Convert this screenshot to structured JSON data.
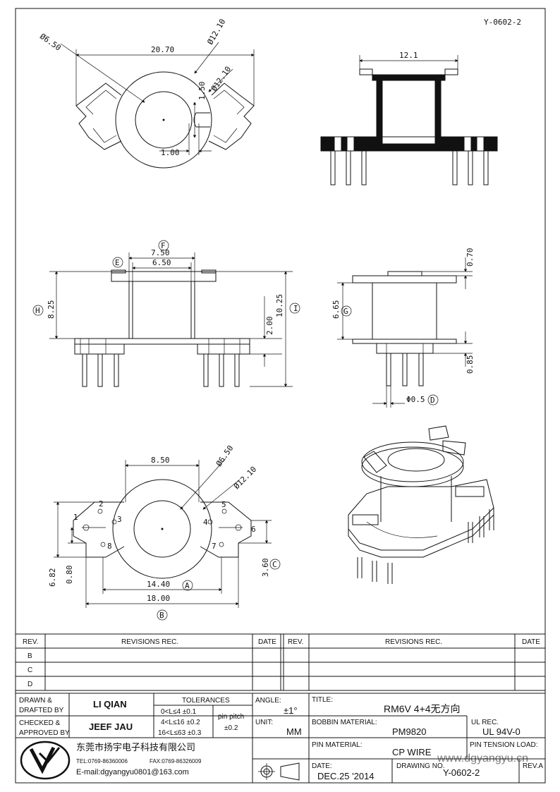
{
  "drawing_code_top": "Y-0602-2",
  "views": {
    "top": {
      "dim_width": "20.70",
      "dim_inner_dia": "Ø6.50",
      "dim_outer_dia_1": "Ø12.10",
      "dim_outer_dia_2": "Ø12.10",
      "dim_slot_h": "1.50",
      "dim_slot_w": "1.00"
    },
    "section": {
      "dim_width": "12.1"
    },
    "front": {
      "dim_f": "7.50",
      "dim_inner": "6.50",
      "dim_h": "8.25",
      "dim_base": "2.00",
      "dim_total": "10.25",
      "label_e": "E",
      "label_f": "F",
      "label_h": "H",
      "label_i": "I"
    },
    "side": {
      "dim_top": "0.70",
      "dim_g": "6.65",
      "dim_pin": "0.85",
      "dim_pin_dia": "Φ0.5",
      "label_g": "G",
      "label_d": "D"
    },
    "bottom": {
      "dim_top_w": "8.50",
      "dim_inner_dia": "Ø6.50",
      "dim_outer_dia": "Ø12.10",
      "dim_a": "14.40",
      "dim_b": "18.00",
      "dim_h": "6.82",
      "dim_080": "0.80",
      "dim_c": "3.60",
      "label_a": "A",
      "label_b": "B",
      "label_c": "C",
      "pins": [
        "1",
        "2",
        "3",
        "4",
        "5",
        "6",
        "7",
        "8"
      ]
    }
  },
  "revisions": {
    "headers": [
      "REV.",
      "REVISIONS   REC.",
      "DATE",
      "REV.",
      "REVISIONS   REC.",
      "DATE"
    ],
    "rows": [
      "B",
      "C",
      "D"
    ]
  },
  "title_block": {
    "drawn_label_1": "DRAWN  &",
    "drawn_label_2": "DRAFTED BY",
    "drawn_by": "LI QIAN",
    "checked_label_1": "CHECKED  &",
    "checked_label_2": "APPROVED BY",
    "checked_by": "JEEF JAU",
    "tolerances_label": "TOLERANCES",
    "tol_1": "0<L≤4    ±0.1",
    "tol_2": "4<L≤16  ±0.2",
    "tol_3": "16<L≤63  ±0.3",
    "pin_pitch_label": "pin pitch",
    "pin_pitch_value": "±0.2",
    "angle_label": "ANGLE:",
    "angle_value": "±1°",
    "unit_label": "UNIT:",
    "unit_value": "MM",
    "title_label": "TITLE:",
    "title_value": "RM6V 4+4无方向",
    "bobbin_label": "BOBBIN MATERIAL:",
    "bobbin_value": "PM9820",
    "ul_label": "UL REC.",
    "ul_value": "UL 94V-0",
    "pin_material_label": "PIN MATERIAL:",
    "pin_material_value": "CP WIRE",
    "pin_tension_label": "PIN TENSION LOAD:",
    "date_label": "DATE:",
    "date_value": "DEC.25 '2014",
    "drawing_no_label": "DRAWING NO.",
    "drawing_no_value": "Y-0602-2",
    "rev_label": "REV.A",
    "company_name": "东莞市扬宇电子科技有限公司",
    "company_tel": "TEL:0769-86360006",
    "company_fax": "FAX:0769-86326009",
    "company_email": "E-mail:dgyangyu0801@163.com",
    "watermark": "www.dgyangyu.cn"
  }
}
